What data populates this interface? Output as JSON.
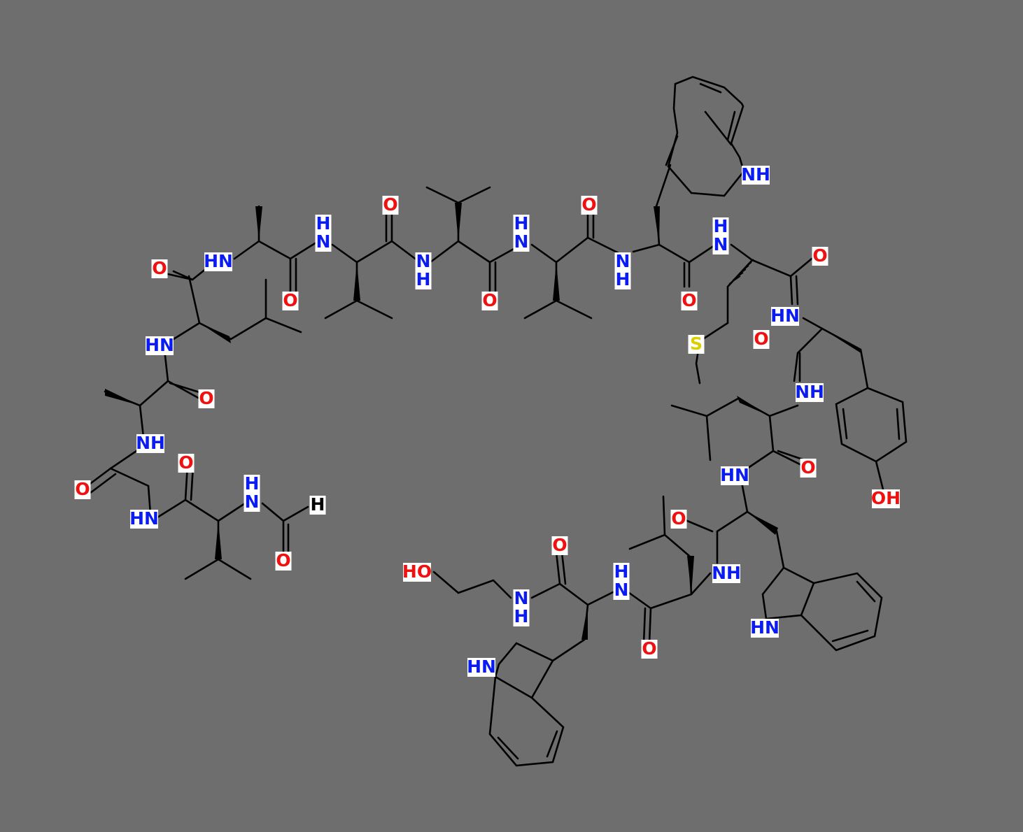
{
  "colors": {
    "background": "#6e6e6e",
    "bond": "#000000",
    "N": "#0a1cf0",
    "O": "#f01010",
    "S": "#d8d000",
    "H": "#000000"
  },
  "labels": [
    {
      "id": "nh_trp1_indole",
      "text": "NH",
      "color": "N"
    },
    {
      "id": "o_trp1",
      "text": "O",
      "color": "O"
    },
    {
      "id": "nh_met",
      "text": "N",
      "color": "N"
    },
    {
      "id": "nh_met_h",
      "text": "H",
      "color": "N"
    },
    {
      "id": "o_met",
      "text": "O",
      "color": "O"
    },
    {
      "id": "nh_tyr",
      "text": "HN",
      "color": "N"
    },
    {
      "id": "o_tyr",
      "text": "O",
      "color": "O"
    },
    {
      "id": "s_met",
      "text": "S",
      "color": "S"
    },
    {
      "id": "nh_leu2",
      "text": "NH",
      "color": "N"
    },
    {
      "id": "oh_tyr",
      "text": "OH",
      "color": "O"
    },
    {
      "id": "nh_trp2",
      "text": "HN",
      "color": "N"
    },
    {
      "id": "o_leu2",
      "text": "O",
      "color": "O"
    },
    {
      "id": "o_trp2",
      "text": "O",
      "color": "O"
    },
    {
      "id": "nh_leu3",
      "text": "NH",
      "color": "N"
    },
    {
      "id": "nh_trp2_indole",
      "text": "HN",
      "color": "N"
    },
    {
      "id": "nh_trp1_amide",
      "text": "N",
      "color": "N"
    },
    {
      "id": "nh_trp1_amide_h",
      "text": "H",
      "color": "N"
    },
    {
      "id": "o_val3",
      "text": "O",
      "color": "O"
    },
    {
      "id": "nh_val3",
      "text": "N",
      "color": "N"
    },
    {
      "id": "nh_val3_h",
      "text": "H",
      "color": "N"
    },
    {
      "id": "o_val2",
      "text": "O",
      "color": "O"
    },
    {
      "id": "nh_val2",
      "text": "N",
      "color": "N"
    },
    {
      "id": "nh_val2_h",
      "text": "H",
      "color": "N"
    },
    {
      "id": "o_val1b",
      "text": "O",
      "color": "O"
    },
    {
      "id": "nh_val1",
      "text": "N",
      "color": "N"
    },
    {
      "id": "nh_val1_h",
      "text": "H",
      "color": "N"
    },
    {
      "id": "o_ala1",
      "text": "O",
      "color": "O"
    },
    {
      "id": "nh_ala1",
      "text": "HN",
      "color": "N"
    },
    {
      "id": "o_leu1",
      "text": "O",
      "color": "O"
    },
    {
      "id": "nh_leu1",
      "text": "HN",
      "color": "N"
    },
    {
      "id": "o_ala2",
      "text": "O",
      "color": "O"
    },
    {
      "id": "nh_ala2",
      "text": "NH",
      "color": "N"
    },
    {
      "id": "o_gly",
      "text": "O",
      "color": "O"
    },
    {
      "id": "o_val0",
      "text": "O",
      "color": "O"
    },
    {
      "id": "nh_gly",
      "text": "HN",
      "color": "N"
    },
    {
      "id": "nh_val0",
      "text": "N",
      "color": "N"
    },
    {
      "id": "nh_val0_h",
      "text": "H",
      "color": "N"
    },
    {
      "id": "h_formyl",
      "text": "H",
      "color": "H"
    },
    {
      "id": "o_formyl",
      "text": "O",
      "color": "O"
    },
    {
      "id": "o_trp3",
      "text": "O",
      "color": "O"
    },
    {
      "id": "ho_ethanol",
      "text": "HO",
      "color": "O"
    },
    {
      "id": "nh_ethanol",
      "text": "N",
      "color": "N"
    },
    {
      "id": "nh_ethanol_h",
      "text": "H",
      "color": "N"
    },
    {
      "id": "nh_trp3",
      "text": "N",
      "color": "N"
    },
    {
      "id": "nh_trp3_h",
      "text": "H",
      "color": "N"
    },
    {
      "id": "o_leu3",
      "text": "O",
      "color": "O"
    },
    {
      "id": "nh_trp3_indole",
      "text": "HN",
      "color": "N"
    }
  ]
}
